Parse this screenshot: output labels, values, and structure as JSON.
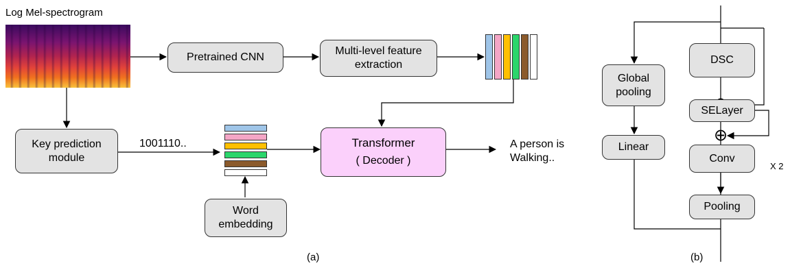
{
  "panel_a": {
    "spectrogram_label": "Log Mel-spectrogram",
    "pretrained_cnn": "Pretrained CNN",
    "multi_level": "Multi-level feature\nextraction",
    "key_prediction": "Key prediction\nmodule",
    "binary_code": "1001110..",
    "word_embedding": "Word\nembedding",
    "transformer_title": "Transformer",
    "transformer_sub": "( Decoder )",
    "output_caption": "A person is\nWalking..",
    "caption": "(a)",
    "feature_colors": [
      "#9fc5e8",
      "#f4a6c6",
      "#ffc000",
      "#2bd66b",
      "#8b5a2b",
      "#ffffff"
    ],
    "embedding_colors": [
      "#9fc5e8",
      "#f4a6c6",
      "#ffc000",
      "#2bd66b",
      "#8b5a2b",
      "#ffffff"
    ]
  },
  "panel_b": {
    "global_pooling": "Global\npooling",
    "linear": "Linear",
    "dsc": "DSC",
    "selayer": "SELayer",
    "conv": "Conv",
    "pooling": "Pooling",
    "repeat": "X 2",
    "multiply_symbol": "⊗",
    "add_symbol": "⊕",
    "caption": "(b)"
  },
  "colors": {
    "box_fill": "#e3e3e3",
    "transformer_fill": "#fbd0fb",
    "line": "#000000"
  }
}
